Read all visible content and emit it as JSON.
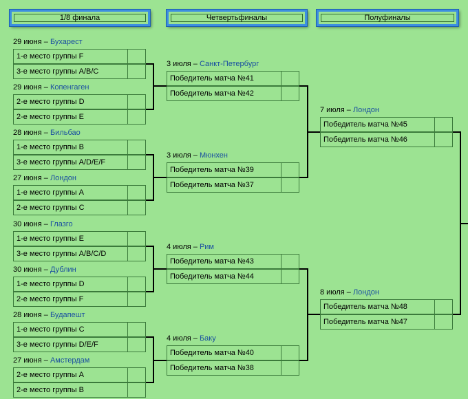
{
  "headers": {
    "r16": "1/8 финала",
    "qf": "Четвертьфиналы",
    "sf": "Полуфиналы"
  },
  "r16": [
    {
      "date": "29 июня",
      "city": "Бухарест",
      "teams": [
        "1-е место группы F",
        "3-е место группы A/B/C"
      ]
    },
    {
      "date": "29 июня",
      "city": "Копенгаген",
      "teams": [
        "2-е место группы D",
        "2-е место группы E"
      ]
    },
    {
      "date": "28 июня",
      "city": "Бильбао",
      "teams": [
        "1-е место группы B",
        "3-е место группы A/D/E/F"
      ]
    },
    {
      "date": "27 июня",
      "city": "Лондон",
      "teams": [
        "1-е место группы A",
        "2-е место группы C"
      ]
    },
    {
      "date": "30 июня",
      "city": "Глазго",
      "teams": [
        "1-е место группы E",
        "3-е место группы A/B/C/D"
      ]
    },
    {
      "date": "30 июня",
      "city": "Дублин",
      "teams": [
        "1-е место группы D",
        "2-е место группы F"
      ]
    },
    {
      "date": "28 июня",
      "city": "Будапешт",
      "teams": [
        "1-е место группы C",
        "3-е место группы D/E/F"
      ]
    },
    {
      "date": "27 июня",
      "city": "Амстердам",
      "teams": [
        "2-е место группы A",
        "2-е место группы B"
      ]
    }
  ],
  "qf": [
    {
      "date": "3 июля",
      "city": "Санкт-Петербург",
      "teams": [
        "Победитель матча №41",
        "Победитель матча №42"
      ]
    },
    {
      "date": "3 июля",
      "city": "Мюнхен",
      "teams": [
        "Победитель матча №39",
        "Победитель матча №37"
      ]
    },
    {
      "date": "4 июля",
      "city": "Рим",
      "teams": [
        "Победитель матча №43",
        "Победитель матча №44"
      ]
    },
    {
      "date": "4 июля",
      "city": "Баку",
      "teams": [
        "Победитель матча №40",
        "Победитель матча №38"
      ]
    }
  ],
  "sf": [
    {
      "date": "7 июля",
      "city": "Лондон",
      "teams": [
        "Победитель матча №45",
        "Победитель матча №46"
      ]
    },
    {
      "date": "8 июля",
      "city": "Лондон",
      "teams": [
        "Победитель матча №48",
        "Победитель матча №47"
      ]
    }
  ]
}
